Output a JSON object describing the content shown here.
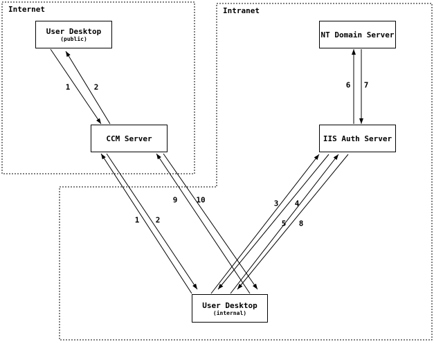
{
  "regions": {
    "internet": {
      "label": "Internet"
    },
    "intranet": {
      "label": "Intranet"
    }
  },
  "nodes": {
    "user_public": {
      "title": "User Desktop",
      "subtitle": "(public)"
    },
    "ccm": {
      "title": "CCM Server"
    },
    "nt_domain": {
      "title": "NT Domain Server"
    },
    "iis_auth": {
      "title": "IIS Auth Server"
    },
    "user_internal": {
      "title": "User Desktop",
      "subtitle": "(internal)"
    }
  },
  "flows": [
    {
      "label": "1",
      "from": "User Desktop (public)",
      "to": "CCM Server"
    },
    {
      "label": "2",
      "from": "CCM Server",
      "to": "User Desktop (public)"
    },
    {
      "label": "1",
      "from": "User Desktop (internal)",
      "to": "CCM Server"
    },
    {
      "label": "2",
      "from": "CCM Server",
      "to": "User Desktop (internal)"
    },
    {
      "label": "3",
      "from": "User Desktop (internal)",
      "to": "IIS Auth Server"
    },
    {
      "label": "4",
      "from": "IIS Auth Server",
      "to": "User Desktop (internal)"
    },
    {
      "label": "5",
      "from": "User Desktop (internal)",
      "to": "IIS Auth Server"
    },
    {
      "label": "6",
      "from": "IIS Auth Server",
      "to": "NT Domain Server"
    },
    {
      "label": "7",
      "from": "NT Domain Server",
      "to": "IIS Auth Server"
    },
    {
      "label": "8",
      "from": "IIS Auth Server",
      "to": "User Desktop (internal)"
    },
    {
      "label": "9",
      "from": "User Desktop (internal)",
      "to": "CCM Server"
    },
    {
      "label": "10",
      "from": "CCM Server",
      "to": "User Desktop (internal)"
    }
  ],
  "colors": {
    "line": "#000000",
    "box_border": "#000000",
    "background": "#ffffff"
  }
}
